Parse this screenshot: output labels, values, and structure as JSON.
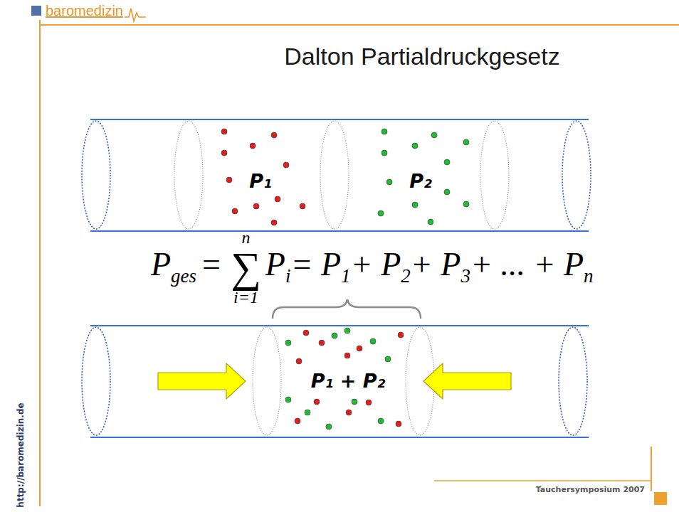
{
  "diagram": {
    "title": "Dalton Partialdruckgesetz",
    "labels": [
      "baromedizin",
      "P₁",
      "P₂",
      "P",
      "ges",
      "=",
      "n",
      "∑",
      "i=1",
      "P",
      "i",
      "= P",
      "1",
      "+ P",
      "2",
      "+ P",
      "3",
      "+ ... + P",
      "n",
      "P₁ + P₂",
      "http://baromedizin.de",
      "Tauchersymposium 2007"
    ]
  }
}
